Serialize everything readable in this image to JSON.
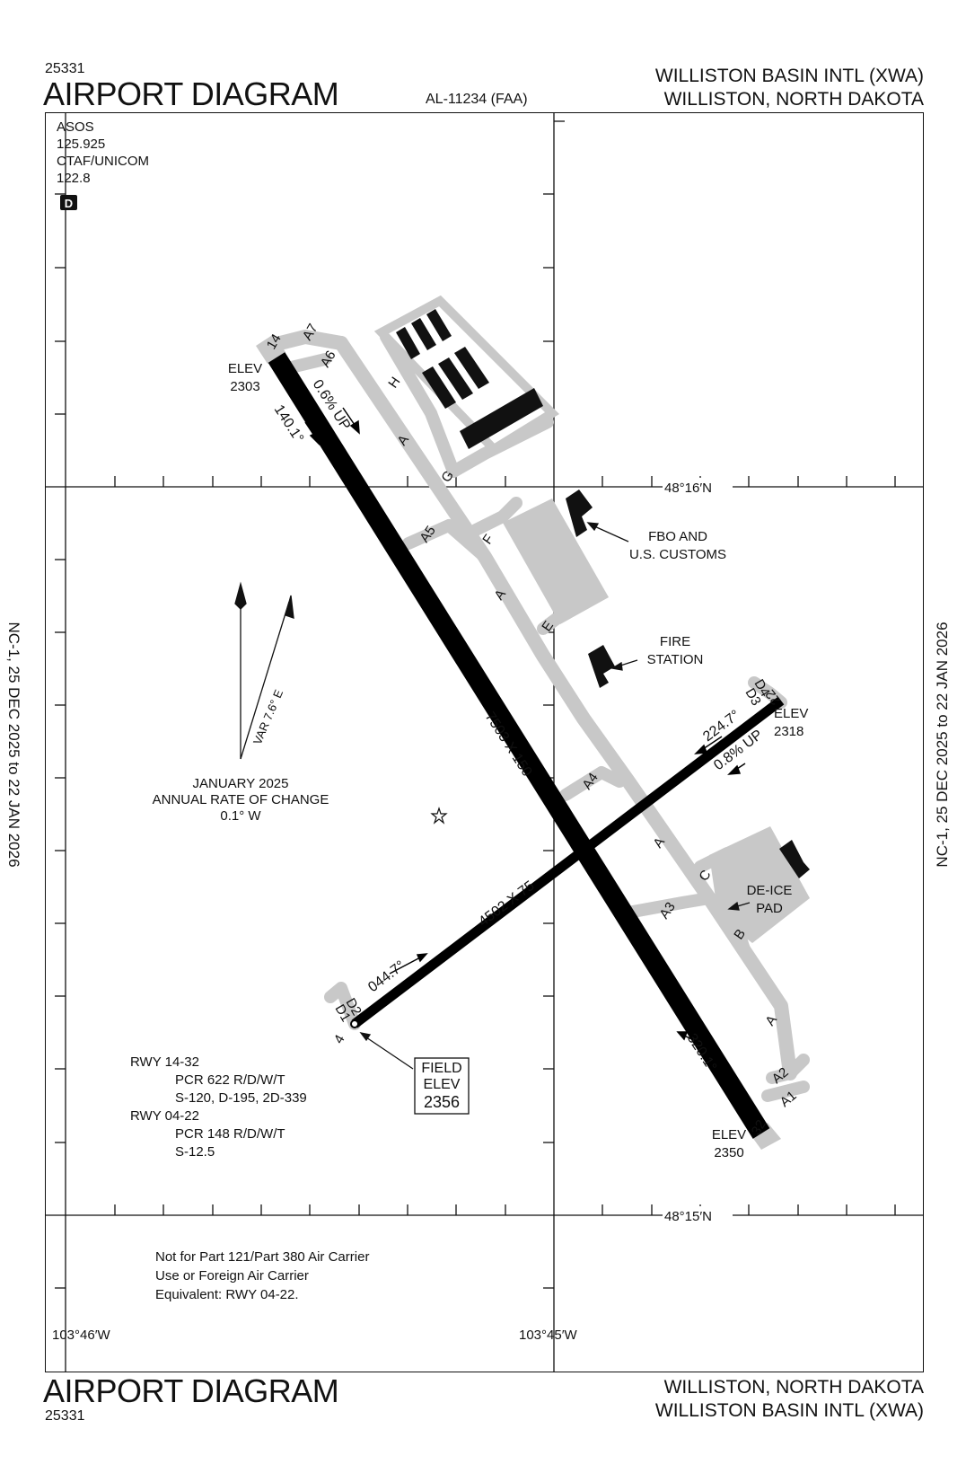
{
  "header": {
    "top_number": "25331",
    "title": "AIRPORT DIAGRAM",
    "al_number": "AL-11234 (FAA)",
    "airport_name": "WILLISTON BASIN INTL (XWA)",
    "city_state": "WILLISTON, NORTH DAKOTA"
  },
  "footer": {
    "title": "AIRPORT DIAGRAM",
    "number": "25331",
    "city_state": "WILLISTON, NORTH DAKOTA",
    "airport_name": "WILLISTON BASIN INTL (XWA)"
  },
  "side_text": {
    "left": "NC-1,  25 DEC 2025  to  22 JAN 2026",
    "right": "NC-1,  25 DEC 2025  to  22 JAN 2026"
  },
  "comms": {
    "asos_label": "ASOS",
    "asos_freq": "125.925",
    "ctaf_label": "CTAF/UNICOM",
    "ctaf_freq": "122.8",
    "d_badge": "D"
  },
  "coordinates": {
    "lat_north": "48°16′N",
    "lat_south": "48°15′N",
    "lon_west": "103°46′W",
    "lon_east": "103°45′W"
  },
  "runways": {
    "rwy14": "14",
    "rwy32": "32",
    "rwy4": "4",
    "rwy22": "22",
    "rwy14_32_dims": "7503 X 150",
    "rwy04_22_dims": "4502 X 75",
    "heading_14": "140.1°",
    "heading_32": "320.1°",
    "heading_04": "044.7°",
    "heading_22": "224.7°",
    "slope_14": "0.6% UP",
    "slope_22": "0.8% UP",
    "elev_14_label": "ELEV",
    "elev_14_value": "2303",
    "elev_22_label": "ELEV",
    "elev_22_value": "2318",
    "elev_32_label": "ELEV",
    "elev_32_value": "2350"
  },
  "field_elev": {
    "line1": "FIELD",
    "line2": "ELEV",
    "value": "2356"
  },
  "taxiways": {
    "A7": "A7",
    "A6": "A6",
    "A5": "A5",
    "A4": "A4",
    "A3": "A3",
    "A2": "A2",
    "A1": "A1",
    "A": "A",
    "B": "B",
    "C": "C",
    "E": "E",
    "F": "F",
    "G": "G",
    "H": "H",
    "D1": "D1",
    "D2": "D2",
    "D3": "D3",
    "D4": "D4"
  },
  "buildings": {
    "fbo_line1": "FBO AND",
    "fbo_line2": "U.S. CUSTOMS",
    "fire_line1": "FIRE",
    "fire_line2": "STATION",
    "deice_line1": "DE-ICE",
    "deice_line2": "PAD"
  },
  "magnetic": {
    "var_label": "VAR 7.6° E",
    "rate_line1": "JANUARY 2025",
    "rate_line2": "ANNUAL RATE OF CHANGE",
    "rate_line3": "0.1° W"
  },
  "runway_info": {
    "r1_title": "RWY 14-32",
    "r1_line1": "PCR 622 R/D/W/T",
    "r1_line2": "S-120, D-195, 2D-339",
    "r2_title": "RWY 04-22",
    "r2_line1": "PCR 148 R/D/W/T",
    "r2_line2": "S-12.5"
  },
  "note": {
    "line1": "Not for Part 121/Part 380 Air Carrier",
    "line2": "Use or Foreign Air Carrier",
    "line3": "Equivalent: RWY 04-22."
  }
}
